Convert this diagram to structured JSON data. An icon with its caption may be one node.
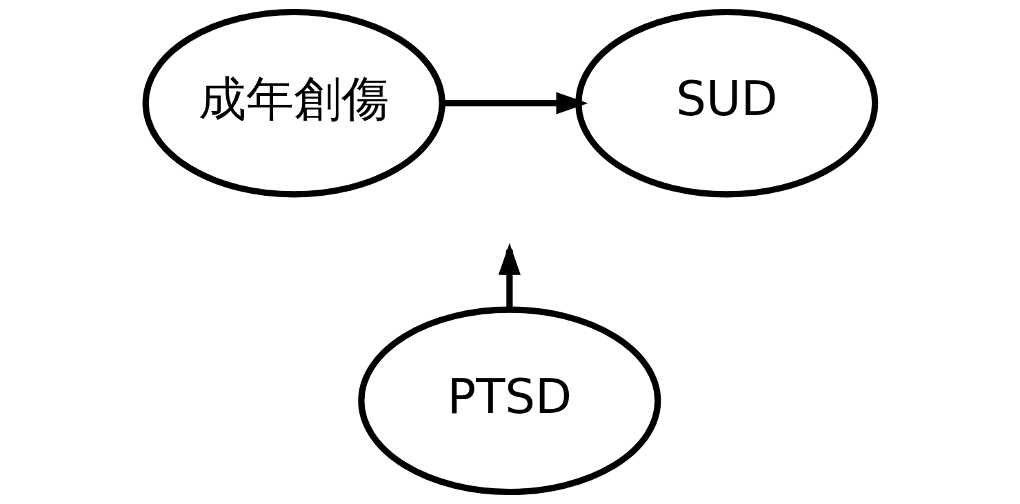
{
  "diagram": {
    "nodes": [
      {
        "text": [
          "成年創傷"
        ]
      },
      {
        "text": [
          "SUD"
        ]
      },
      {
        "text": [
          "PTSD"
        ]
      }
    ],
    "edges": [
      {
        "from": 0,
        "to": 1,
        "arrow": "to"
      },
      {
        "from": 2,
        "to": null,
        "arrow": "to"
      }
    ]
  }
}
